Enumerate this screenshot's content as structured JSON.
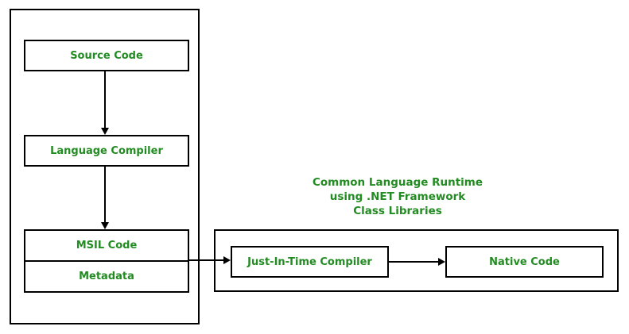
{
  "colors": {
    "text_green": "#228B22",
    "border_black": "#000000",
    "background": "#FFFFFF"
  },
  "compilation_stage": {
    "source_code_label": "Source Code",
    "language_compiler_label": "Language Compiler",
    "msil_code_label": "MSIL Code",
    "metadata_label": "Metadata"
  },
  "clr_stage": {
    "heading": "Common Language Runtime\nusing .NET Framework\nClass Libraries",
    "jit_compiler_label": "Just-In-Time Compiler",
    "native_code_label": "Native Code"
  }
}
